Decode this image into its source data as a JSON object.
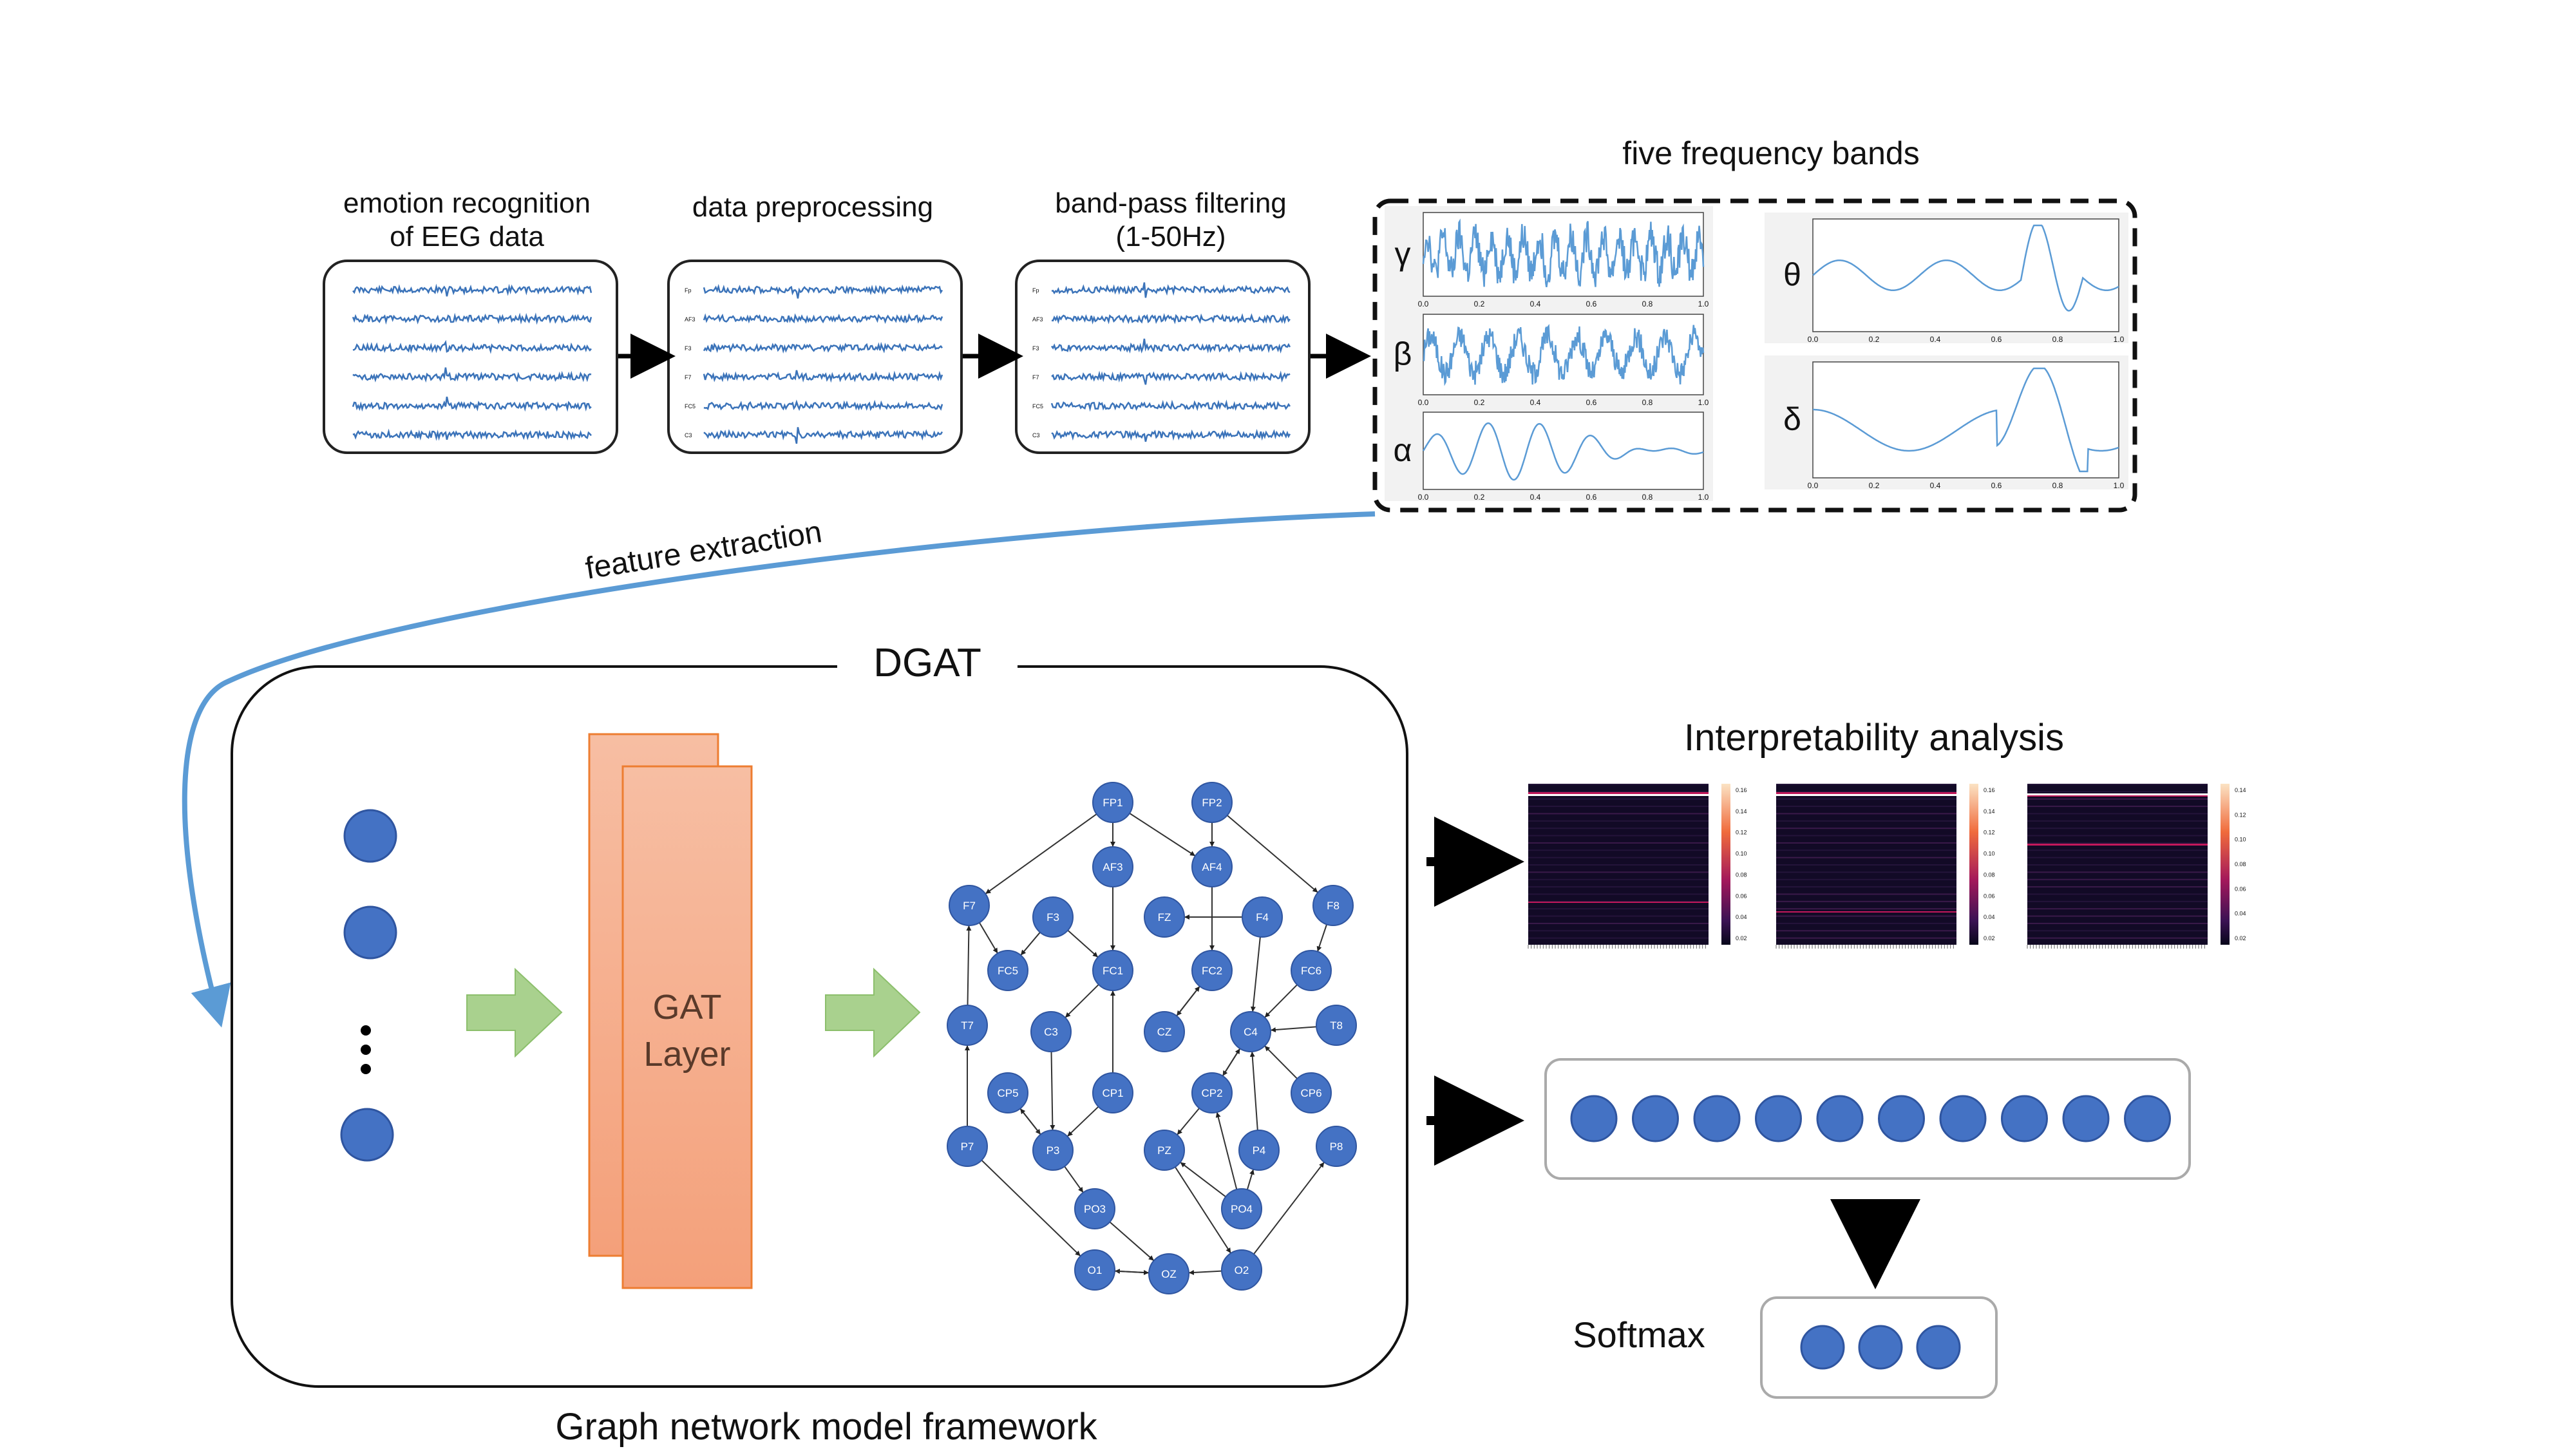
{
  "colors": {
    "node": "#4472c4",
    "node_stroke": "#2f55a0",
    "eeg": "#3b73b9",
    "wave": "#5b9bd5",
    "flow_arrow": "#5b9bd5",
    "gat": "#f5a882",
    "gat_stroke": "#ed7d31",
    "green_arrow": "#a9d18e"
  },
  "pipeline": {
    "step1_line1": "emotion recognition",
    "step1_line2": "of EEG data",
    "step2": "data preprocessing",
    "step3_line1": "band-pass filtering",
    "step3_line2": "(1-50Hz)",
    "bands_title": "five frequency bands",
    "bands": [
      "γ",
      "β",
      "α",
      "θ",
      "δ"
    ],
    "channels_small": [
      "Fp",
      "AF3",
      "F3",
      "F7",
      "FC5",
      "C3"
    ],
    "x_ticks": [
      "0.0",
      "0.2",
      "0.4",
      "0.6",
      "0.8",
      "1.0"
    ]
  },
  "feature_extraction": "feature extraction",
  "dgat": {
    "title": "DGAT",
    "gat_line1": "GAT",
    "gat_line2": "Layer",
    "footer": "Graph network model framework"
  },
  "graph": {
    "nodes": [
      "FP1",
      "FP2",
      "AF3",
      "AF4",
      "F7",
      "F3",
      "FZ",
      "F4",
      "F8",
      "FC5",
      "FC1",
      "FC2",
      "FC6",
      "T7",
      "C3",
      "CZ",
      "C4",
      "T8",
      "CP5",
      "CP1",
      "CP2",
      "CP6",
      "P7",
      "P3",
      "PZ",
      "P4",
      "P8",
      "PO3",
      "PO4",
      "O1",
      "OZ",
      "O2"
    ]
  },
  "interpretability": {
    "title": "Interpretability analysis",
    "scale_ticks_a": [
      "0.16",
      "0.14",
      "0.12",
      "0.10",
      "0.08",
      "0.06",
      "0.04",
      "0.02"
    ],
    "scale_ticks_b": [
      "0.14",
      "0.12",
      "0.10",
      "0.08",
      "0.06",
      "0.04",
      "0.02"
    ]
  },
  "softmax": "Softmax"
}
